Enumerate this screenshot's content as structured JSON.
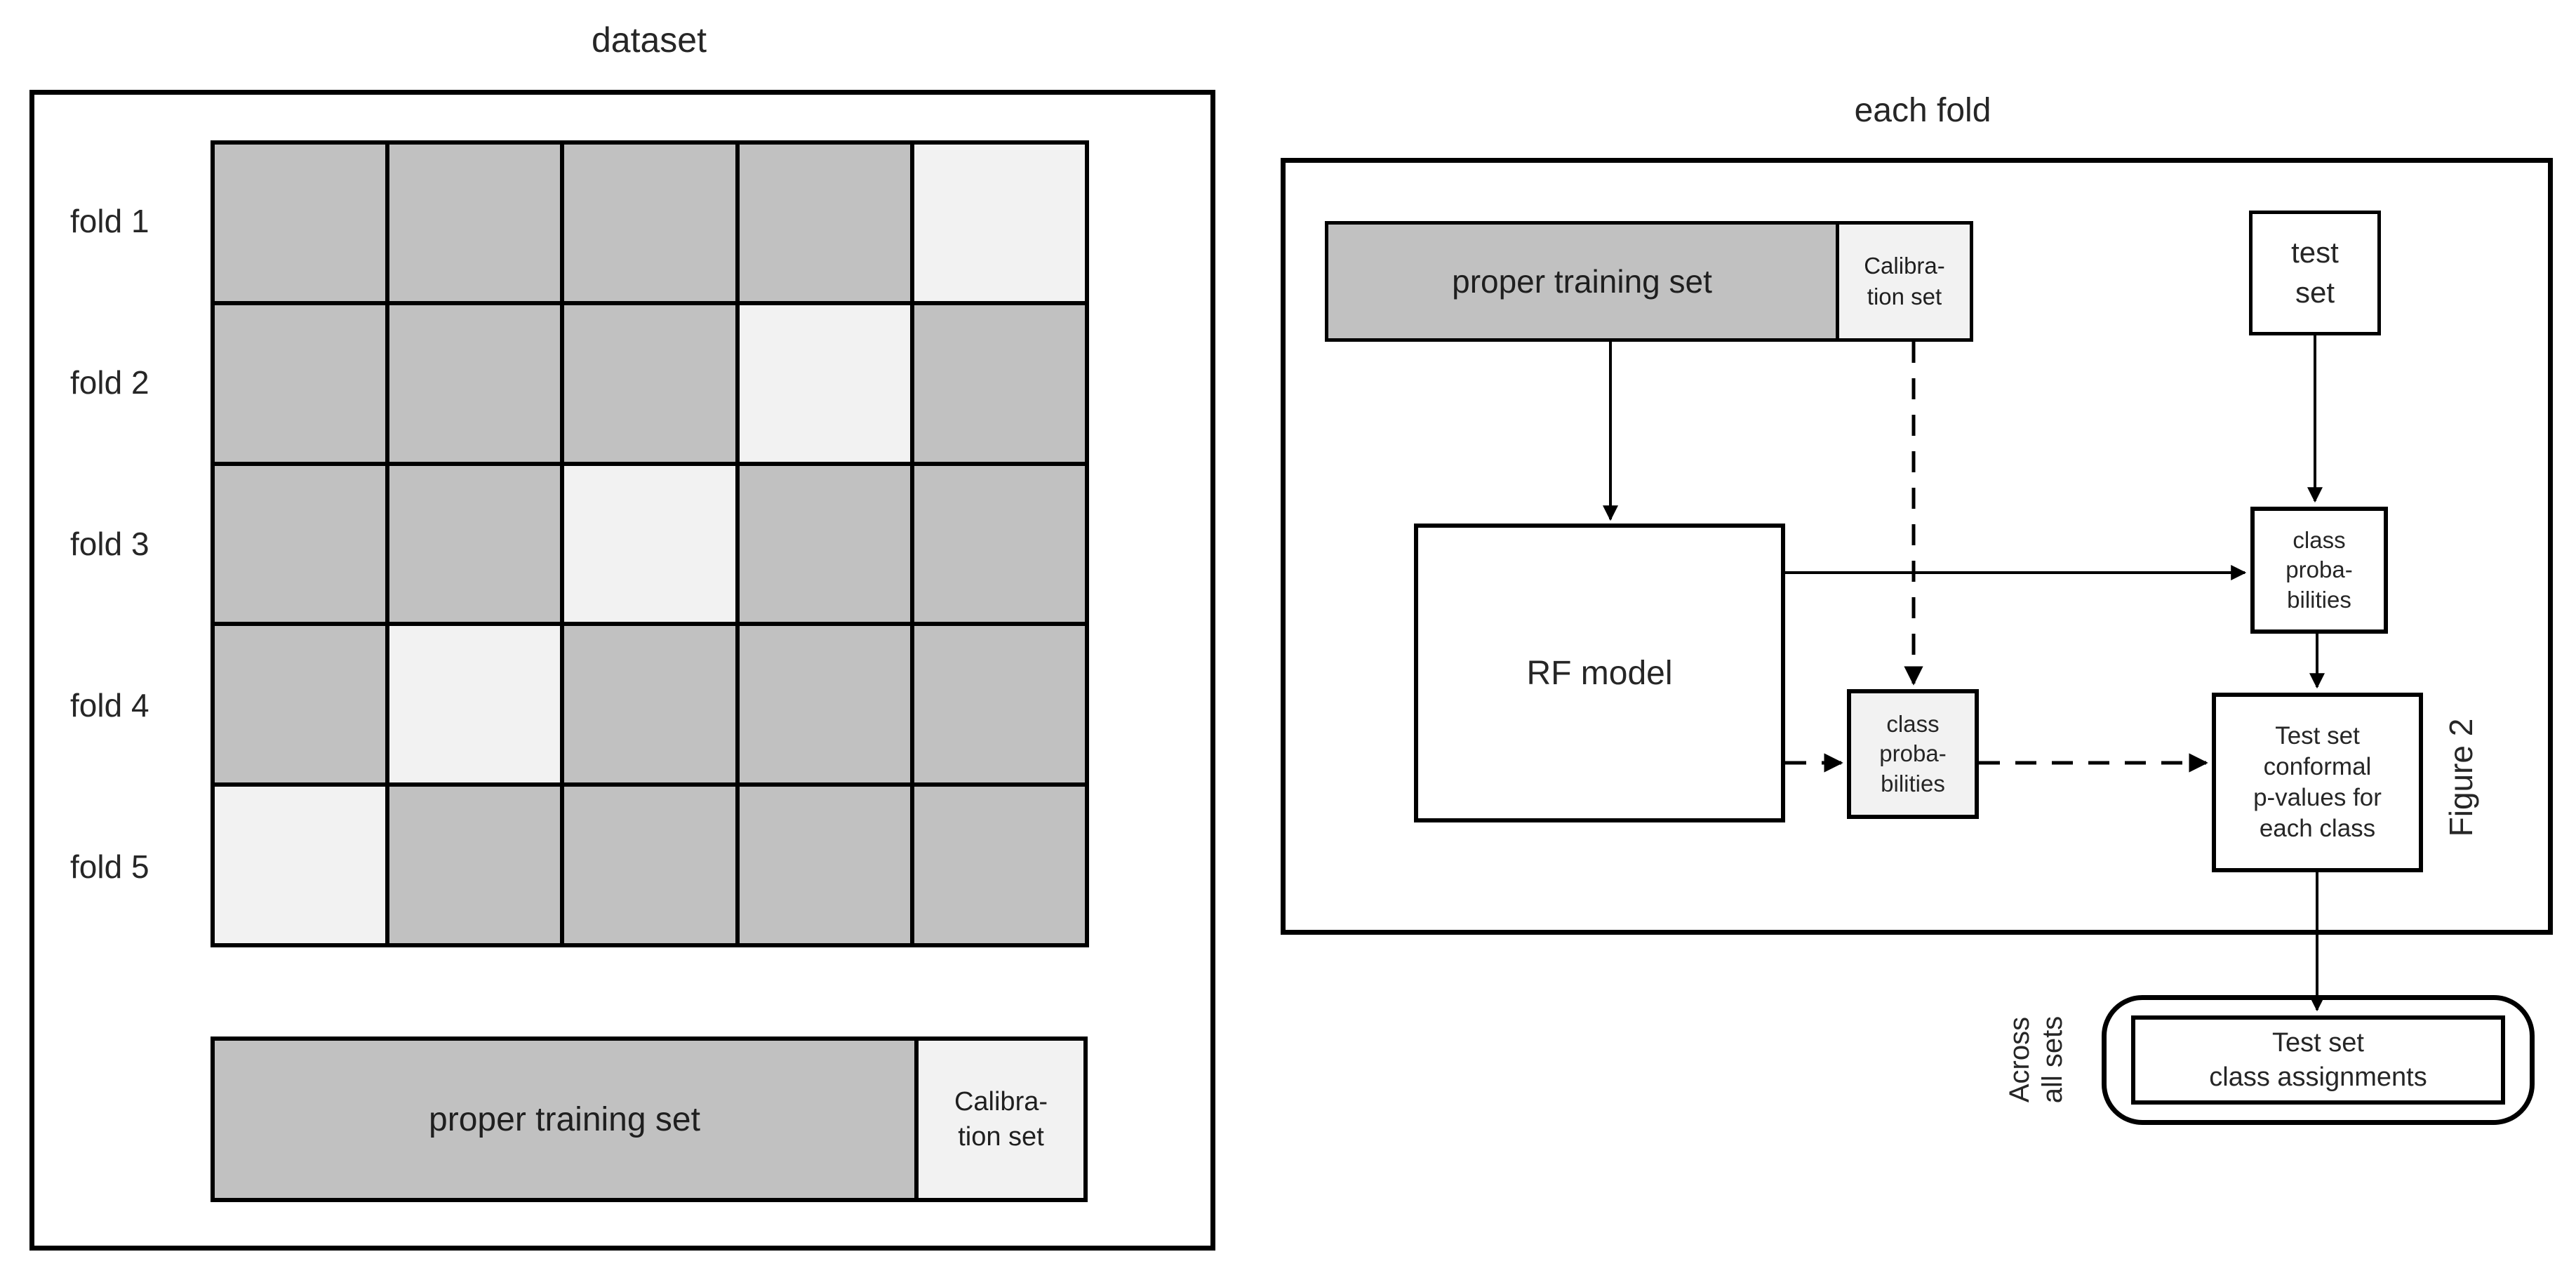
{
  "colors": {
    "gray": "#c1c1c1",
    "light": "#f2f2f2",
    "ink": "#000000",
    "text": "#1f1f1f",
    "bg": "#ffffff"
  },
  "left_panel": {
    "title": "dataset",
    "grid_cols": 5,
    "folds": [
      {
        "label": "fold 1",
        "calibration_col": 5
      },
      {
        "label": "fold 2",
        "calibration_col": 4
      },
      {
        "label": "fold 3",
        "calibration_col": 3
      },
      {
        "label": "fold 4",
        "calibration_col": 2
      },
      {
        "label": "fold 5",
        "calibration_col": 1
      }
    ],
    "bottom_bar": {
      "training": "proper training set",
      "calibration": [
        "Calibra-",
        "tion set"
      ]
    }
  },
  "right_panel": {
    "title": "each fold",
    "training_bar": {
      "training": "proper training set",
      "calibration": [
        "Calibra-",
        "tion set"
      ]
    },
    "test_set": [
      "test",
      "set"
    ],
    "rf_model": "RF model",
    "calibration_probs": [
      "class",
      "proba-",
      "bilities"
    ],
    "test_probs": [
      "class",
      "proba-",
      "bilities"
    ],
    "conformal": [
      "Test set",
      "conformal",
      "p-values for",
      "each class"
    ],
    "figure_label": "Figure 2"
  },
  "output_section": {
    "across": [
      "Across",
      "all sets"
    ],
    "assignments": [
      "Test set",
      "class assignments"
    ]
  }
}
